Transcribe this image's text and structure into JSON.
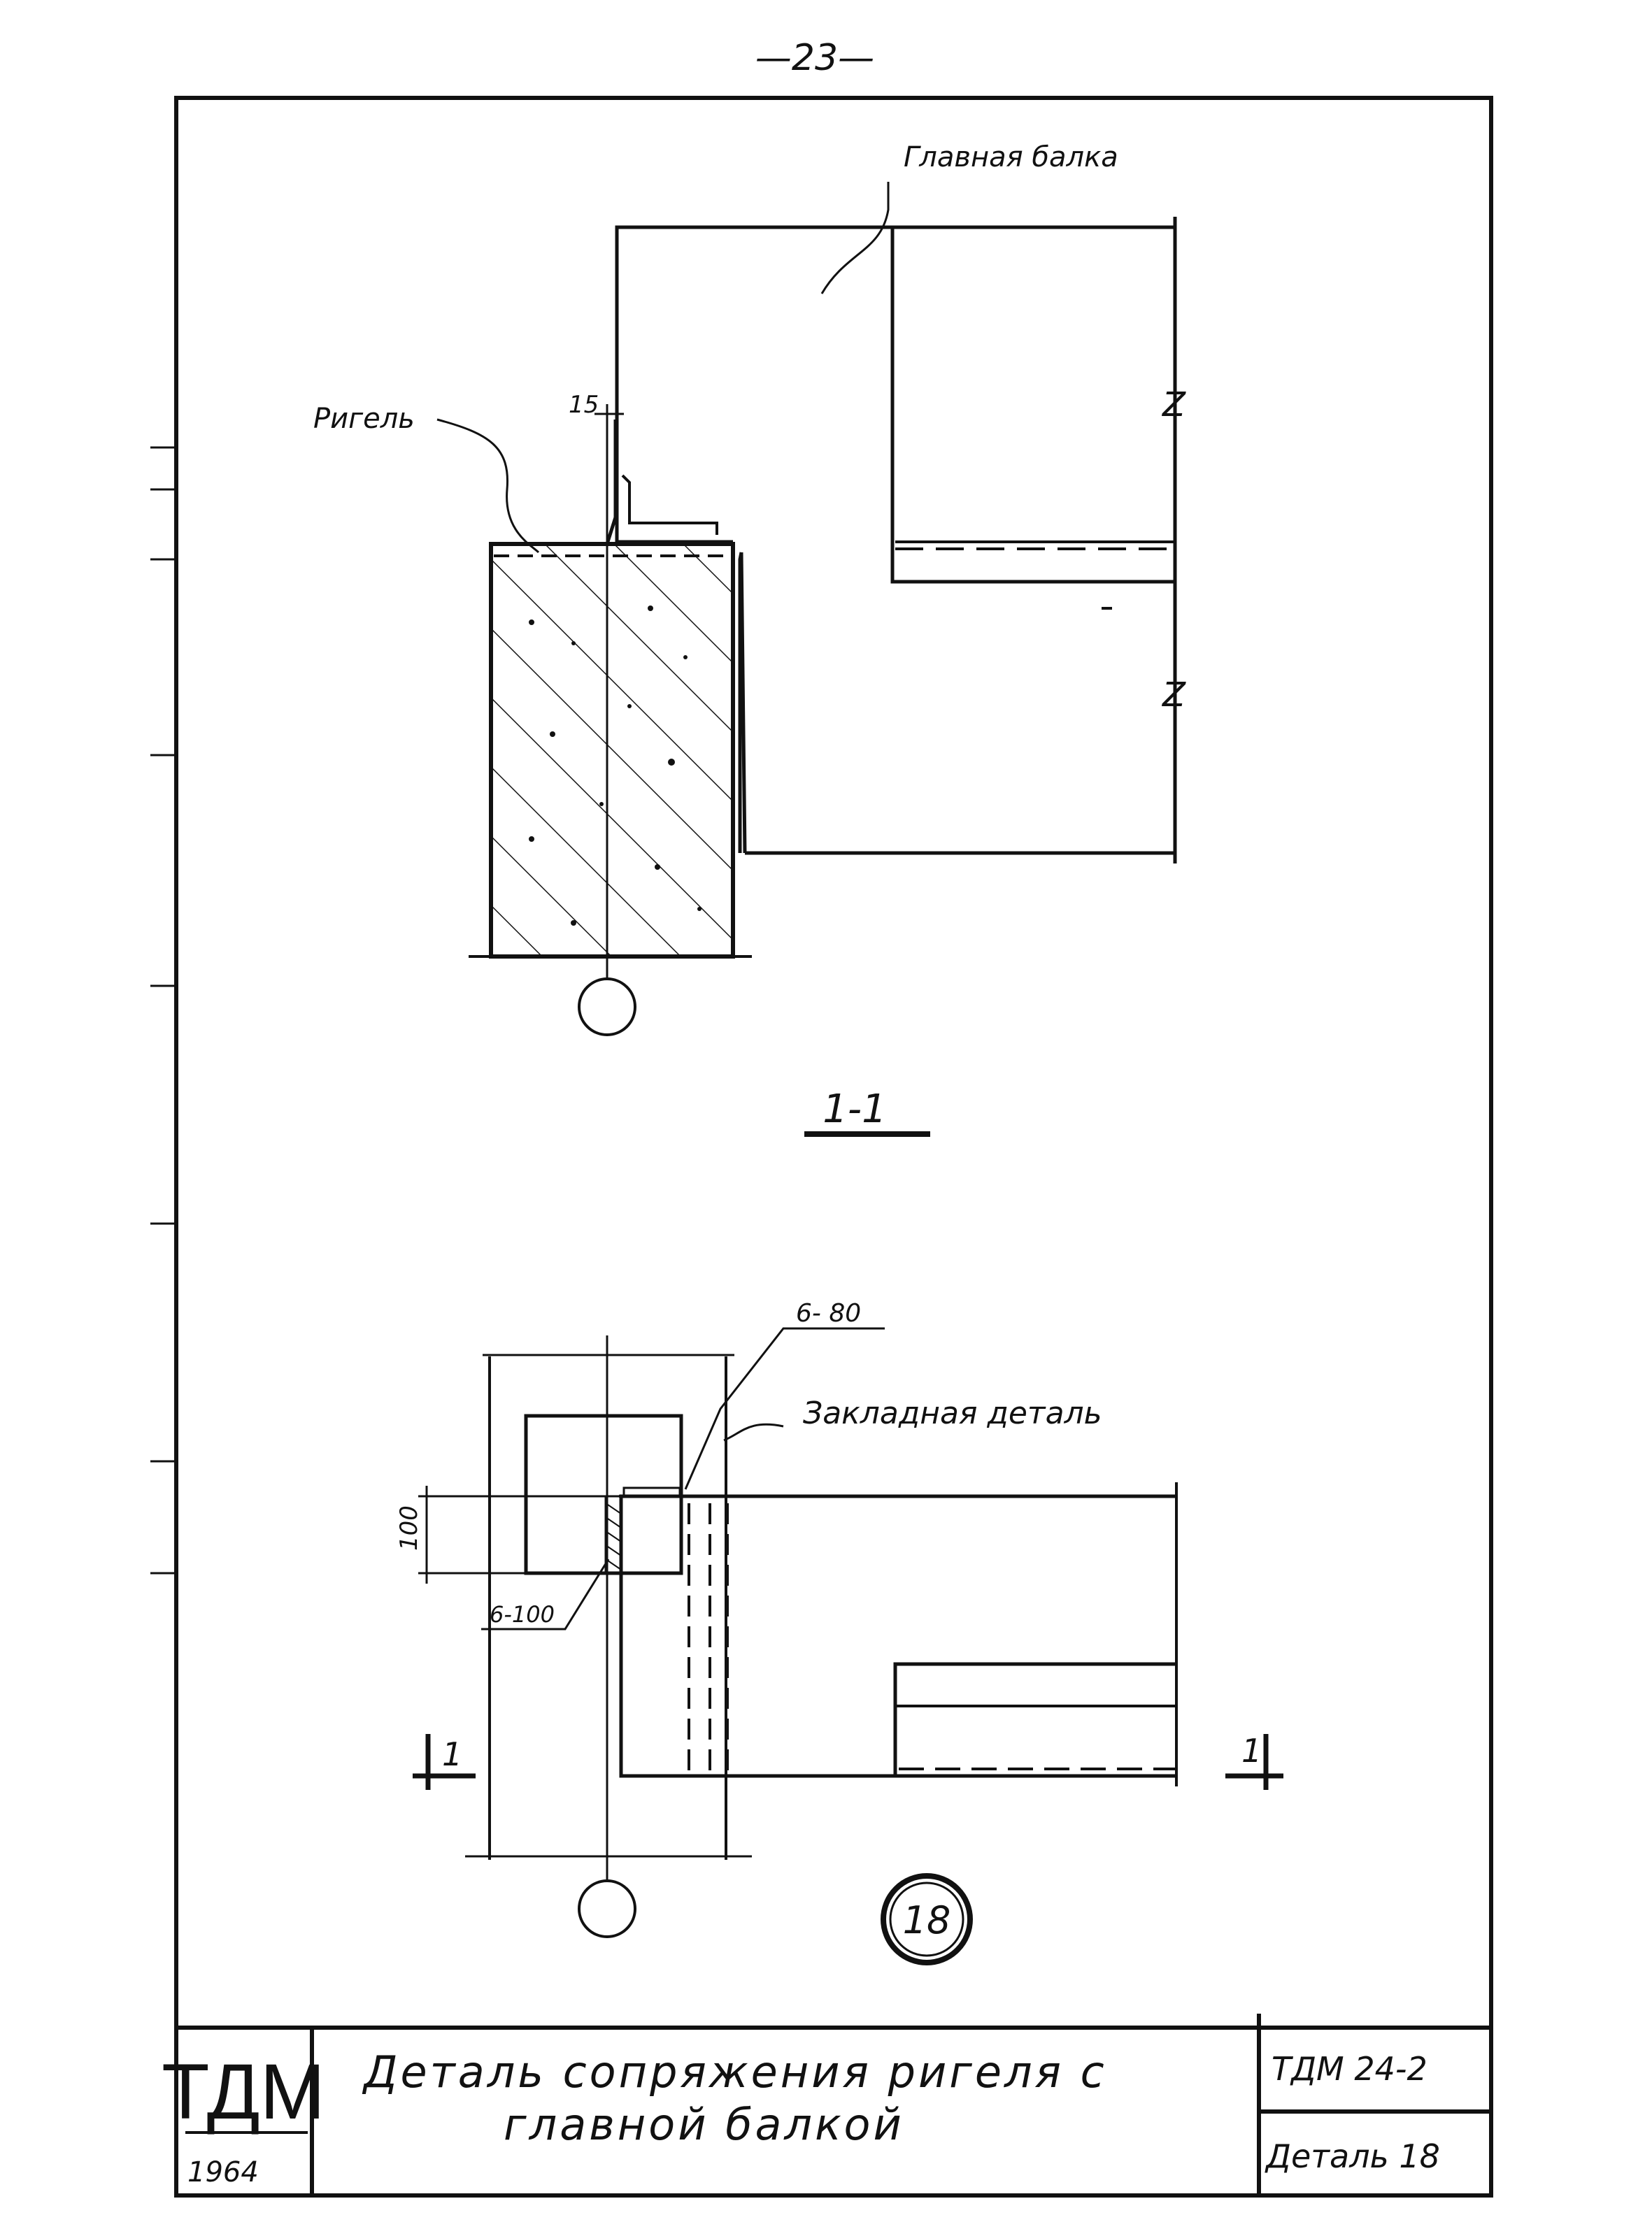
{
  "page_number": "—23—",
  "top_view": {
    "label_main_beam": "Главная балка",
    "label_crossbar": "Ригель",
    "dim_15": "15",
    "break_mark_upper": "Z",
    "break_mark_lower": "Z",
    "section_title": "1-1"
  },
  "plan_view": {
    "weld_top": "6- 80",
    "label_embedded": "Закладная деталь",
    "dim_100": "100",
    "weld_side": "6-100",
    "section_mark_left": "1",
    "section_mark_right": "1",
    "detail_number": "18"
  },
  "title_block": {
    "logo": "ТДМ",
    "year": "1964",
    "title_line1": "Деталь сопряжения ригеля с",
    "title_line2": "главной балкой",
    "series_code": "ТДМ 24-2",
    "detail_label": "Деталь 18"
  },
  "colors": {
    "ink": "#111111",
    "paper": "#ffffff"
  }
}
